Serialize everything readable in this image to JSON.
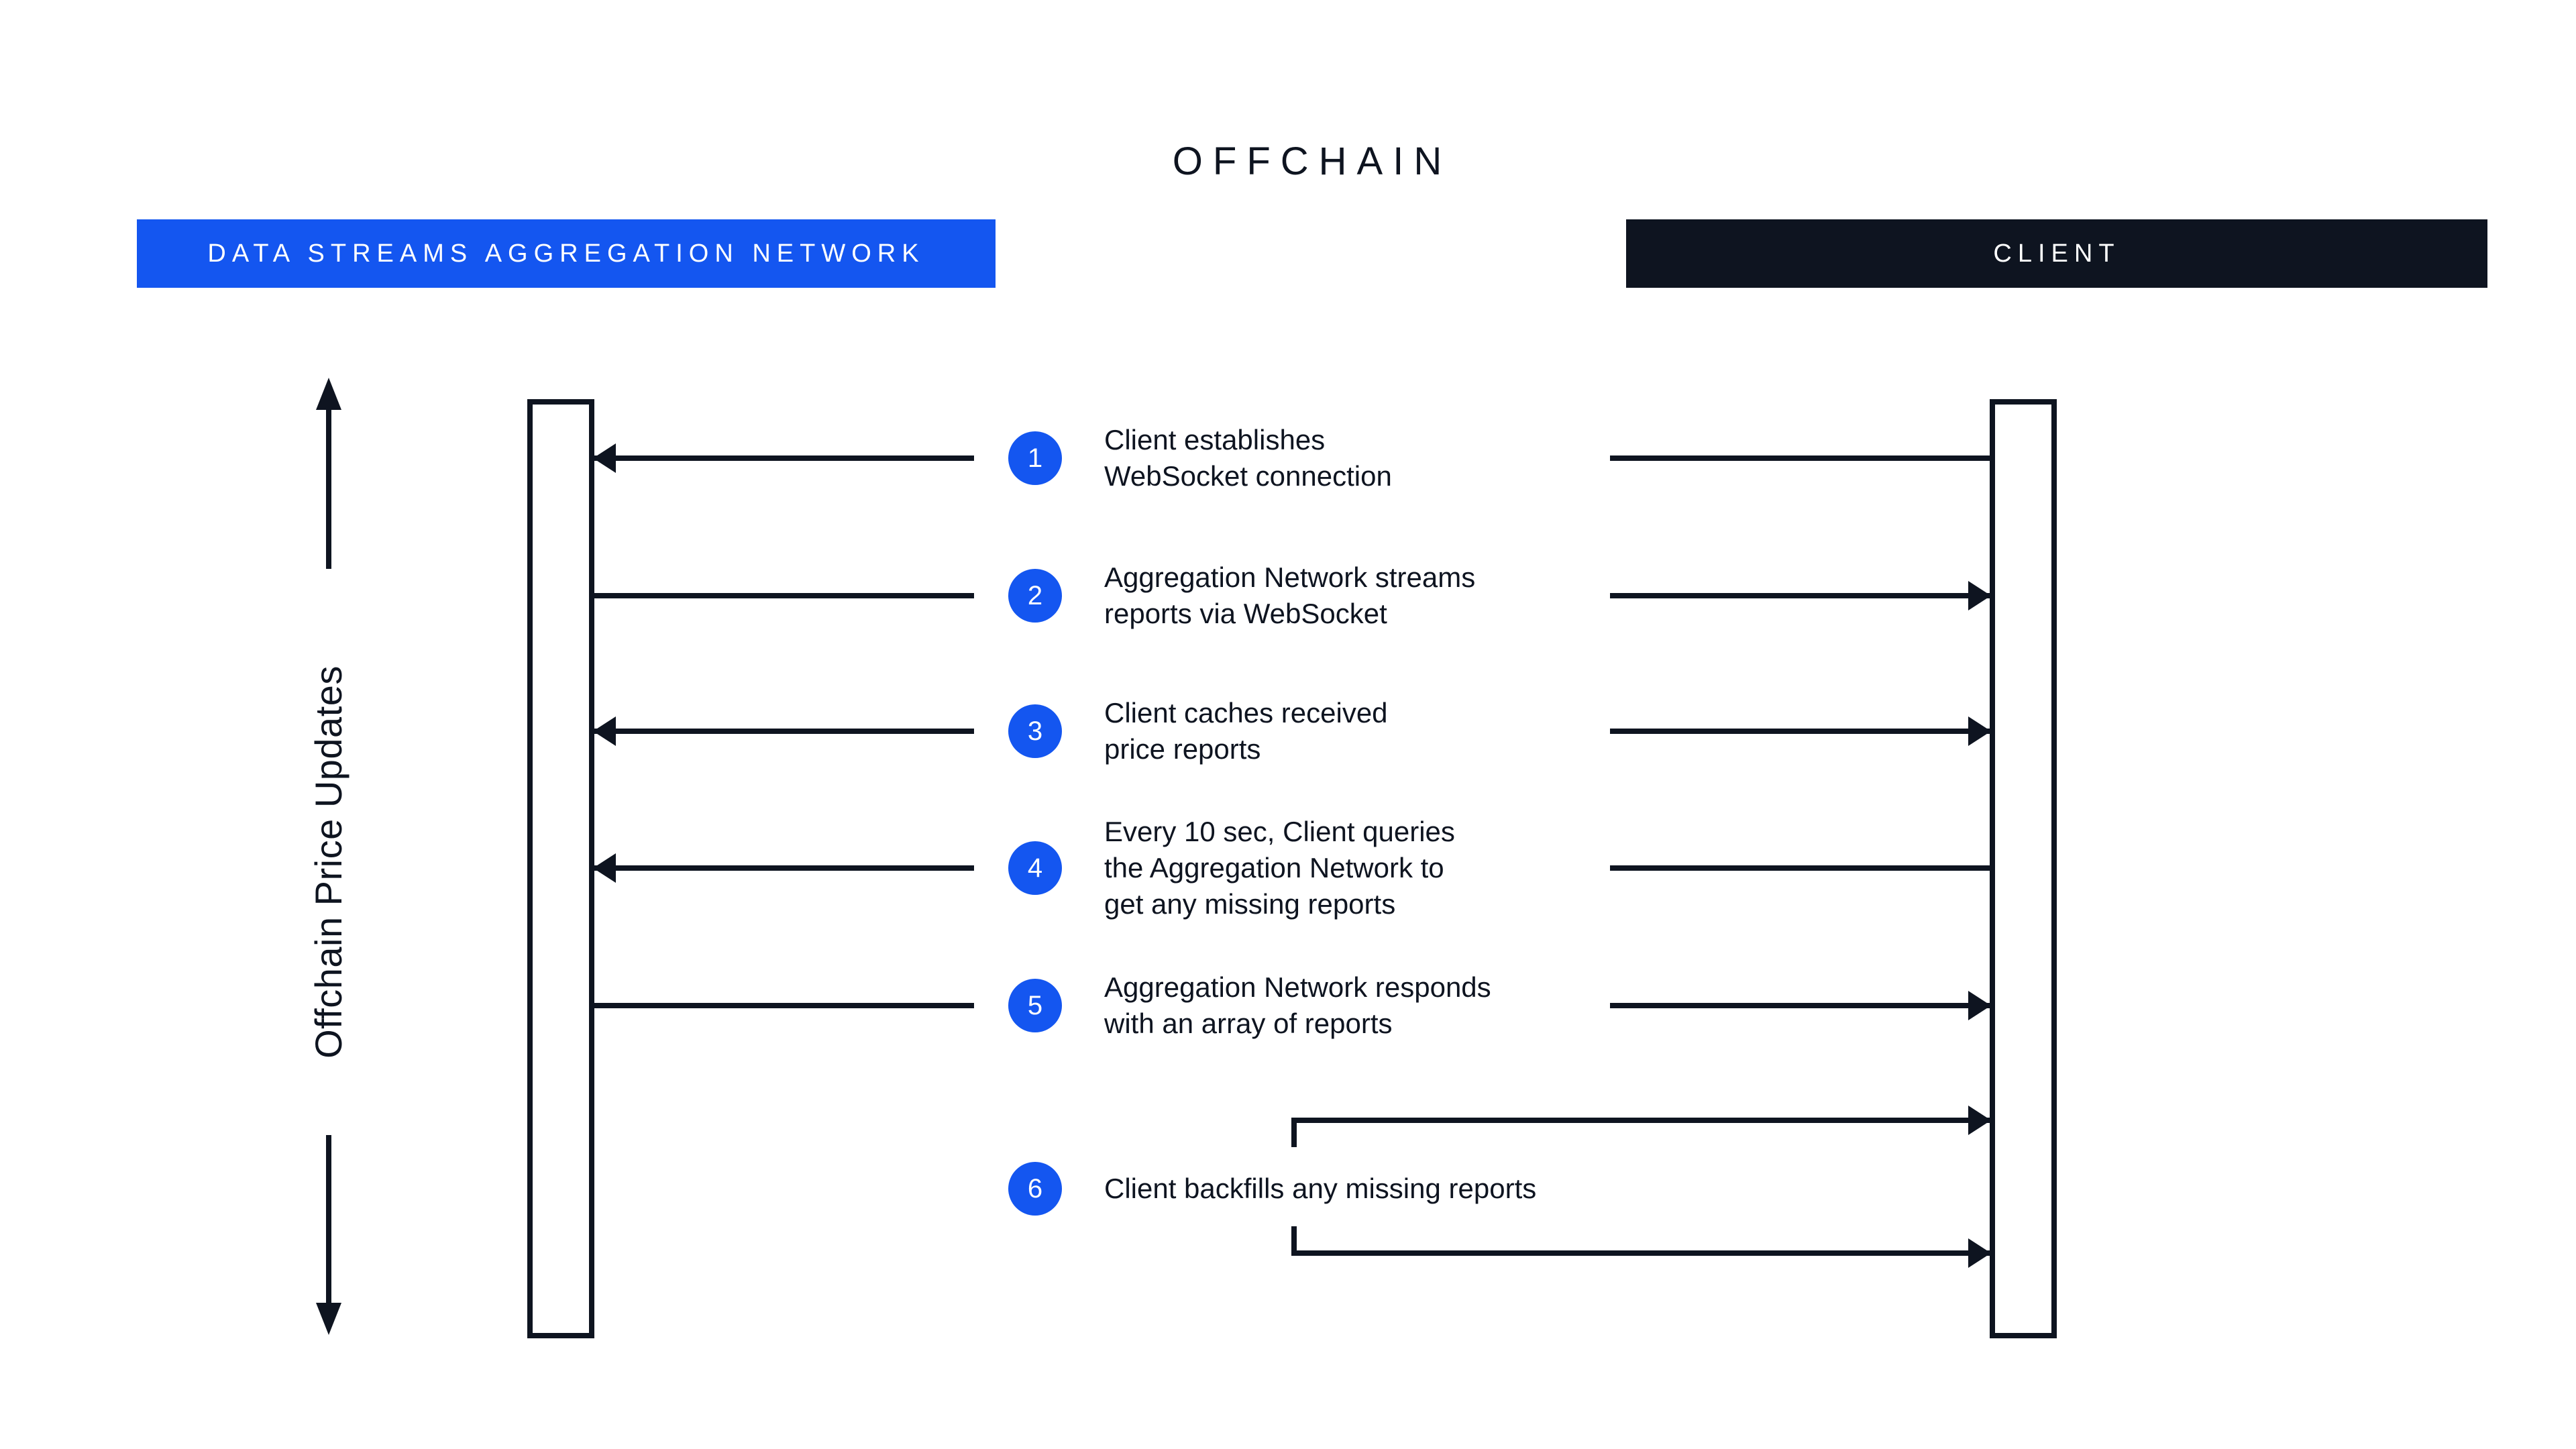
{
  "title": "OFFCHAIN",
  "colors": {
    "accent_blue": "#1456F0",
    "ink_dark": "#0E1420",
    "background": "#FFFFFF"
  },
  "axis": {
    "label": "Offchain Price Updates",
    "direction": "bidirectional-vertical"
  },
  "actors": [
    {
      "id": "aggregation-network",
      "label": "DATA STREAMS AGGREGATION NETWORK"
    },
    {
      "id": "client",
      "label": "CLIENT"
    }
  ],
  "steps": [
    {
      "num": "1",
      "text": "Client establishes\nWebSocket connection",
      "arrow_to_network": true,
      "arrow_to_client": false,
      "self_loop_to_client": false
    },
    {
      "num": "2",
      "text": "Aggregation Network streams\nreports via WebSocket",
      "arrow_to_network": false,
      "arrow_to_client": true,
      "self_loop_to_client": false
    },
    {
      "num": "3",
      "text": "Client caches received\nprice reports",
      "arrow_to_network": true,
      "arrow_to_client": true,
      "self_loop_to_client": false
    },
    {
      "num": "4",
      "text": "Every 10 sec, Client queries\nthe Aggregation Network to\nget any missing reports",
      "arrow_to_network": true,
      "arrow_to_client": false,
      "self_loop_to_client": false
    },
    {
      "num": "5",
      "text": "Aggregation Network responds\nwith an array of reports",
      "arrow_to_network": false,
      "arrow_to_client": true,
      "self_loop_to_client": false
    },
    {
      "num": "6",
      "text": "Client backfills any missing reports",
      "arrow_to_network": false,
      "arrow_to_client": false,
      "self_loop_to_client": true
    }
  ]
}
